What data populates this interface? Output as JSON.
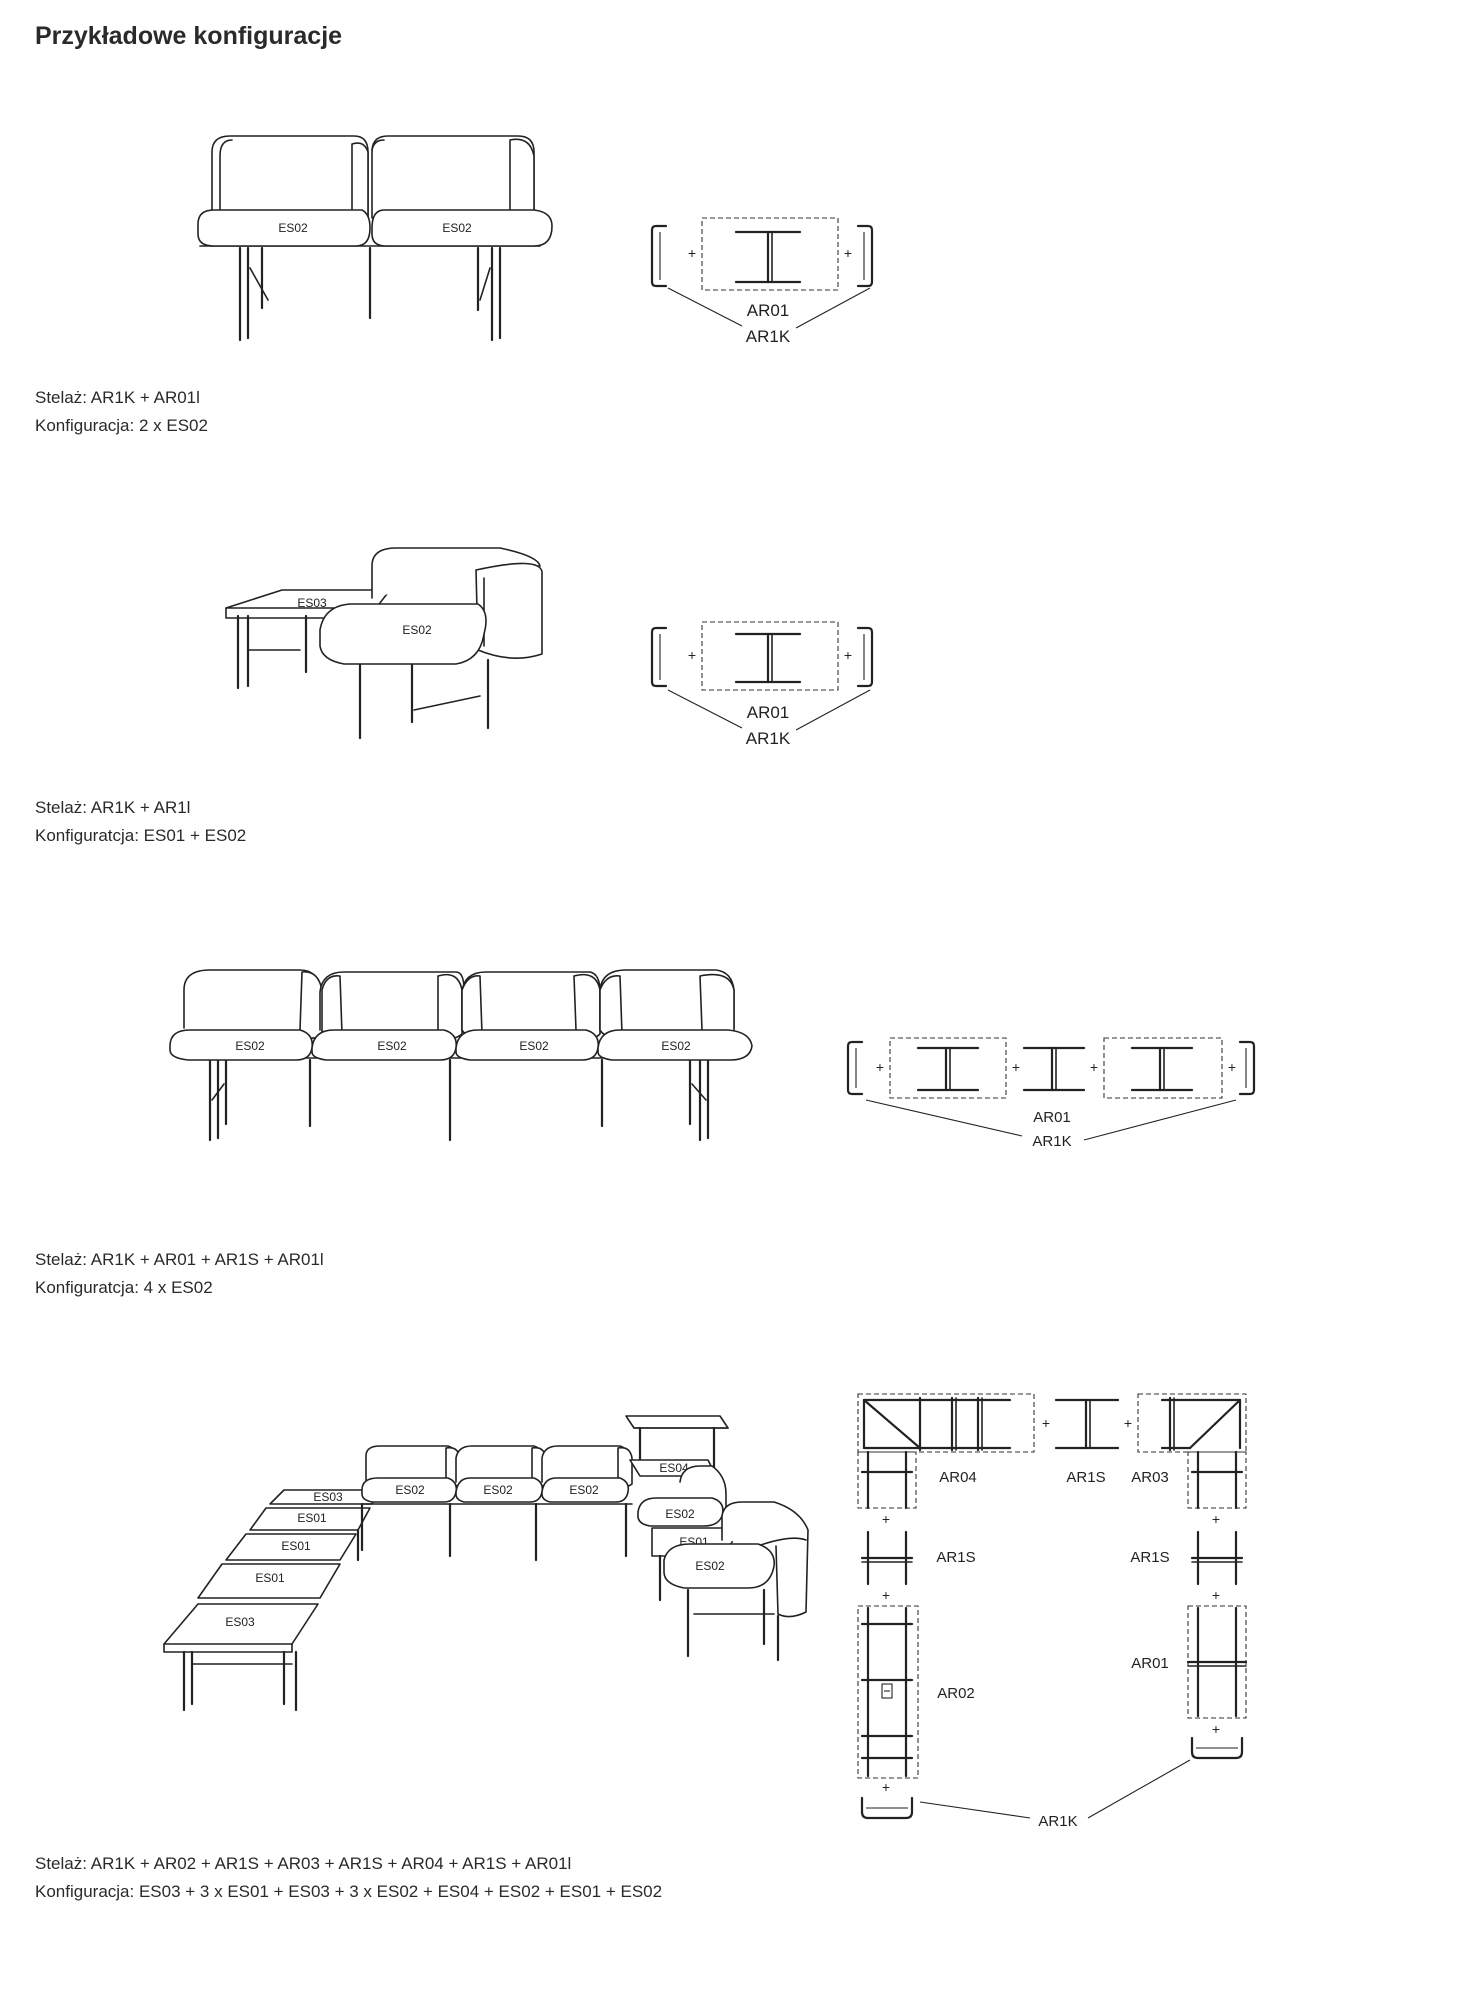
{
  "page": {
    "title": "Przykładowe konfiguracje"
  },
  "configs": [
    {
      "frame": "Stelaż: AR1K + AR01l",
      "config": "Konfiguracja: 2 x ES02",
      "seats": [
        "ES02",
        "ES02"
      ],
      "plan_labels": [
        "AR01",
        "AR1K"
      ]
    },
    {
      "frame": "Stelaż: AR1K + AR1l",
      "config": "Konfiguratcja: ES01 + ES02",
      "seats": [
        "ES03",
        "ES02"
      ],
      "plan_labels": [
        "AR01",
        "AR1K"
      ]
    },
    {
      "frame": "Stelaż: AR1K + AR01 + AR1S + AR01l",
      "config": "Konfiguratcja: 4 x ES02",
      "seats": [
        "ES02",
        "ES02",
        "ES02",
        "ES02"
      ],
      "plan_labels": [
        "AR01",
        "AR1K"
      ]
    },
    {
      "frame": "Stelaż: AR1K + AR02 + AR1S + AR03 + AR1S + AR04 + AR1S + AR01l",
      "config": "Konfiguracja: ES03 + 3 x ES01 + ES03 + 3 x ES02 + ES04 + ES02 + ES01 + ES02",
      "seats": [
        "ES03",
        "ES01",
        "ES01",
        "ES01",
        "ES03",
        "ES02",
        "ES02",
        "ES02",
        "ES04",
        "ES02",
        "ES01",
        "ES02"
      ],
      "plan_labels": [
        "AR04",
        "AR1S",
        "AR03",
        "AR1S",
        "AR1S",
        "AR02",
        "AR01",
        "AR1K"
      ]
    }
  ],
  "plus_sign": "+"
}
